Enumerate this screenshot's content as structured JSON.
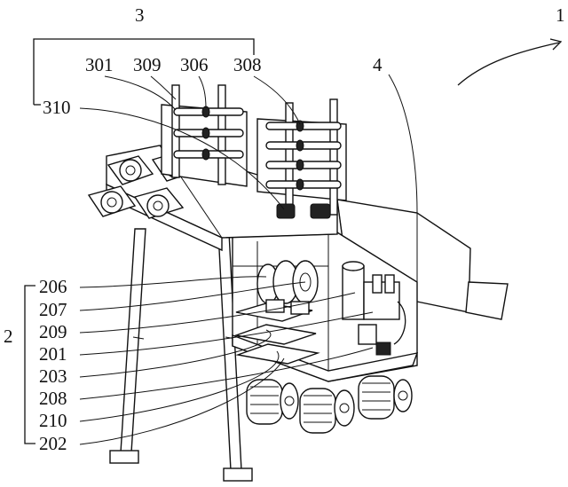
{
  "labels": {
    "l1": "1",
    "l2": "2",
    "l3": "3",
    "l4": "4",
    "l201": "201",
    "l202": "202",
    "l203": "203",
    "l206": "206",
    "l207": "207",
    "l208": "208",
    "l209": "209",
    "l210": "210",
    "l301": "301",
    "l306": "306",
    "l308": "308",
    "l309": "309",
    "l310": "310"
  }
}
